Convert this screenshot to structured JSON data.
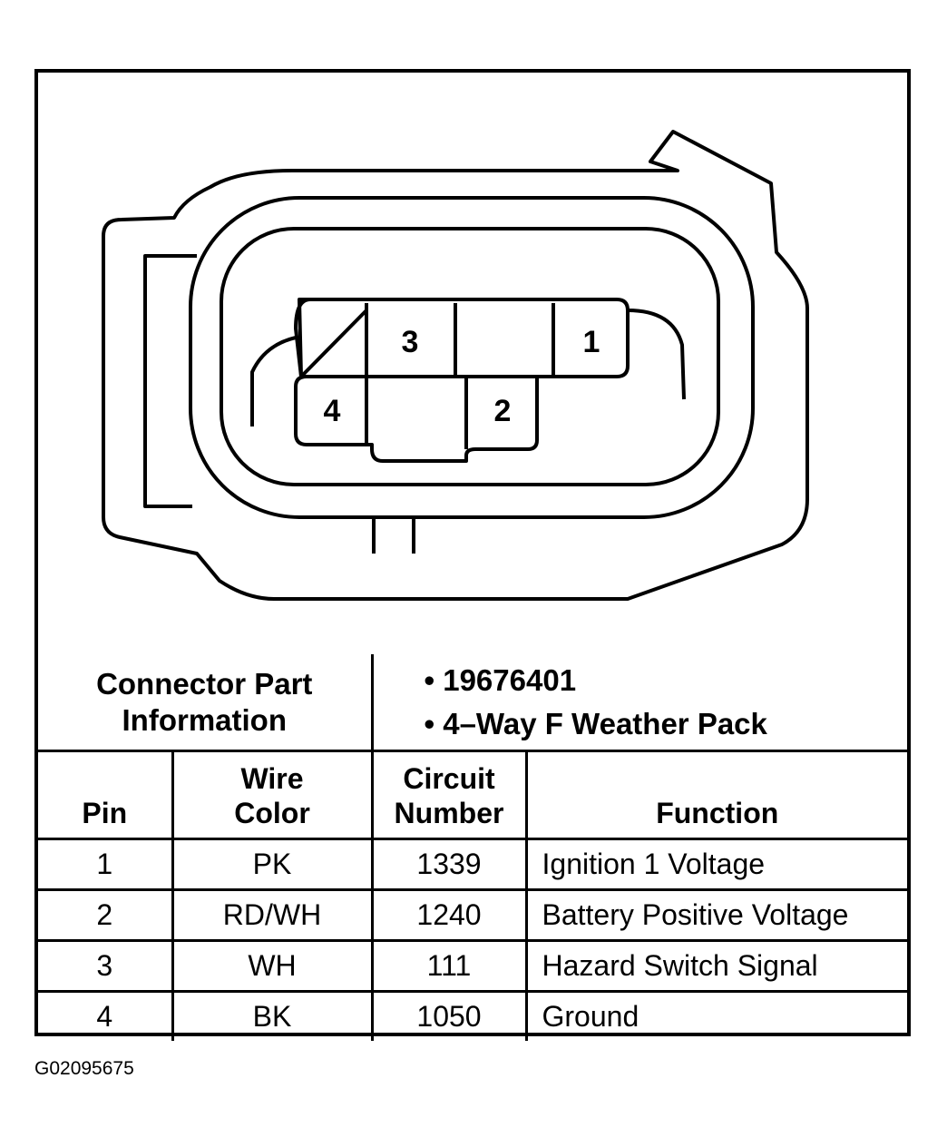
{
  "connector": {
    "pin_labels": {
      "p1": "1",
      "p2": "2",
      "p3": "3",
      "p4": "4"
    }
  },
  "part_info": {
    "label_line1": "Connector Part",
    "label_line2": "Information",
    "values": [
      "• 19676401",
      "• 4–Way F Weather Pack"
    ]
  },
  "pin_table": {
    "headers": {
      "pin": "Pin",
      "wire_color_line1": "Wire",
      "wire_color_line2": "Color",
      "circuit_line1": "Circuit",
      "circuit_line2": "Number",
      "function": "Function"
    },
    "rows": [
      {
        "pin": "1",
        "wire_color": "PK",
        "circuit": "1339",
        "function": "Ignition 1 Voltage"
      },
      {
        "pin": "2",
        "wire_color": "RD/WH",
        "circuit": "1240",
        "function": "Battery Positive Voltage"
      },
      {
        "pin": "3",
        "wire_color": "WH",
        "circuit": "111",
        "function": "Hazard Switch Signal"
      },
      {
        "pin": "4",
        "wire_color": "BK",
        "circuit": "1050",
        "function": "Ground"
      }
    ]
  },
  "figure_id": "G02095675"
}
